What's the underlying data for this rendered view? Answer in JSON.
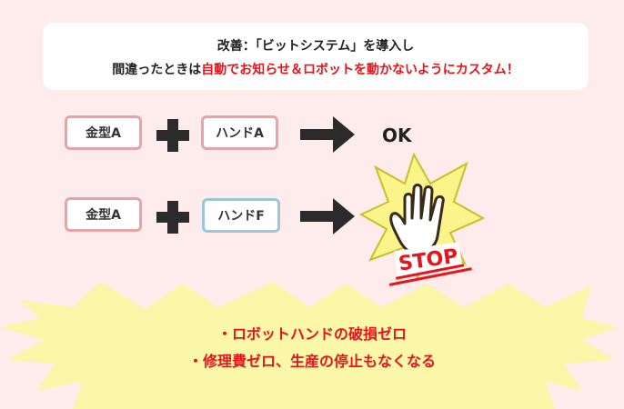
{
  "header": {
    "line1": "改善：「ビットシステム」を導入し",
    "line2_prefix": "間違ったときは",
    "line2_highlight": "自動でお知らせ＆ロボットを動かないようにカスタム！"
  },
  "rows": [
    {
      "mold": "金型A",
      "hand": "ハンドA",
      "result": "OK"
    },
    {
      "mold": "金型A",
      "hand": "ハンドF",
      "result": "STOP"
    }
  ],
  "results": [
    "・ロボットハンドの破損ゼロ",
    "・修理費ゼロ、生産の停止もなくなる"
  ],
  "colors": {
    "background": "#fdeceb",
    "accent_red": "#e8141b",
    "pink_border": "#e9a3a8",
    "blue_border": "#9ac8d8",
    "burst_yellow": "#fbf48a"
  }
}
